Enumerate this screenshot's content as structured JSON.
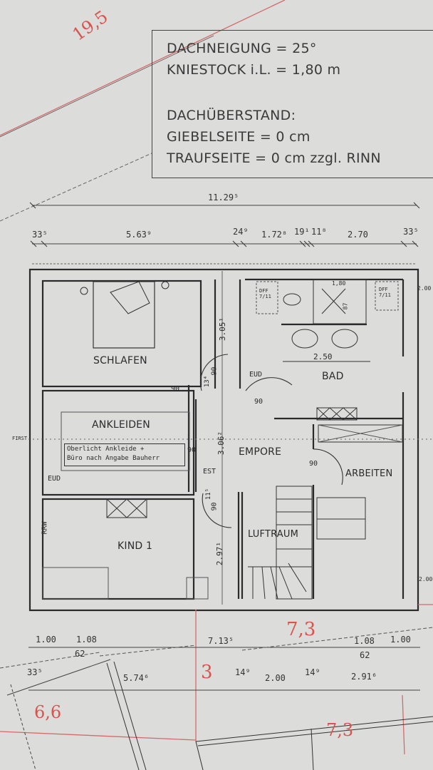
{
  "info_box": {
    "roof_pitch": "DACHNEIGUNG = 25°",
    "knee_wall": "KNIESTOCK i.L. = 1,80 m",
    "overhang_title": "DACHÜBERSTAND:",
    "gable_side": "GIEBELSEITE = 0 cm",
    "eaves_side": "TRAUFSEITE = 0 cm zzgl. RINN"
  },
  "red_annotations": {
    "top_left": "19,5",
    "bottom_mid": "7,3",
    "left_edge": "3",
    "bottom_left": "6,6",
    "bottom_right": "7,3"
  },
  "top_dimensions": {
    "overall": "11.29⁵",
    "segments": [
      "33⁵",
      "5.63⁹",
      "24⁹",
      "1.72⁸",
      "19¹",
      "11⁸",
      "2.70",
      "33⁵"
    ]
  },
  "bottom_dimensions": {
    "row1": [
      "1.00",
      "1.08",
      "62",
      "7.13⁵",
      "1.08",
      "62",
      "1.00"
    ],
    "row2": [
      "33⁵",
      "5.74⁶",
      "14⁹",
      "2.00",
      "14⁹",
      "2.91⁶"
    ]
  },
  "rooms": {
    "schlafen": "SCHLAFEN",
    "ankleiden": "ANKLEIDEN",
    "kind1": "KIND 1",
    "empore": "EMPORE",
    "bad": "BAD",
    "arbeiten": "ARBEITEN",
    "luftraum": "LUFTRAUM"
  },
  "interior_labels": {
    "dim_305": "3.05¹",
    "dim_306": "3.06²",
    "dim_297": "2.97¹",
    "dim_13": "13⁴",
    "dim_11": "11⁵",
    "door_90": "90",
    "eud": "EUD",
    "est": "EST",
    "rrw": "RRW",
    "bad_250": "2.50",
    "shower_180": "1,80",
    "shower_87": "87",
    "window_a": "DFF 7/11",
    "window_b": "DFF 7/11",
    "right_200": "2.00",
    "right_200b": "2.00",
    "first": "FIRST"
  },
  "note": {
    "line1": "Oberlicht Ankleide +",
    "line2": "Büro nach Angabe Bauherr"
  }
}
